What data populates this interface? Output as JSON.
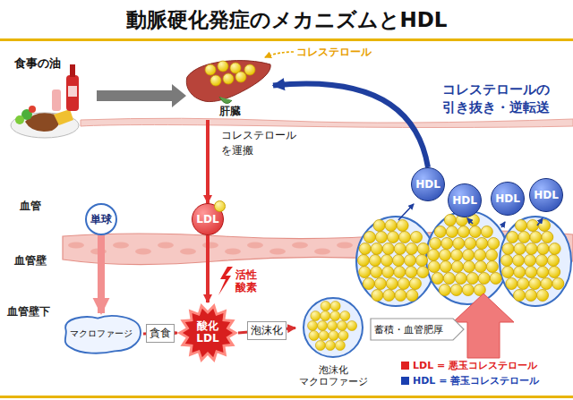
{
  "diagram": {
    "title": "動脈硬化発症のメカニズムとHDL",
    "nodes": [
      {
        "text": [
          "肝臓"
        ]
      },
      {
        "text": [
          "単球"
        ]
      },
      {
        "text": [
          "LDL"
        ]
      },
      {
        "text": [
          "HDL"
        ]
      },
      {
        "text": [
          "HDL"
        ]
      },
      {
        "text": [
          "HDL"
        ]
      },
      {
        "text": [
          "HDL"
        ]
      },
      {
        "text": [
          "マクロファージ"
        ]
      },
      {
        "text": [
          "酸化 LDL"
        ]
      },
      {
        "text": [
          "泡沫化 マクロファージ"
        ]
      }
    ],
    "edges": [
      {
        "from": 0,
        "to": 2,
        "arrow": "to",
        "label": "コレステロール を運搬"
      },
      {
        "from": 1,
        "to": 7,
        "arrow": "to"
      },
      {
        "from": 2,
        "to": 8,
        "arrow": "to"
      },
      {
        "from": 7,
        "to": 8,
        "arrow": "to",
        "label": "貪食"
      },
      {
        "from": 8,
        "to": 9,
        "arrow": "to",
        "label": "泡沫化"
      },
      {
        "from": 3,
        "to": 0,
        "arrow": "to",
        "label": "コレステロールの 引き抜き・逆転送"
      }
    ],
    "labels": [
      "食事の油",
      "コレステロール",
      "血管",
      "血管壁",
      "血管壁下",
      "活性 酸素",
      "蓄積・血管肥厚"
    ],
    "legend": [
      {
        "text": "LDL = 悪玉コレステロール",
        "color": "#e02020"
      },
      {
        "text": "HDL = 善玉コレステロール",
        "color": "#1a3fb0"
      }
    ]
  }
}
